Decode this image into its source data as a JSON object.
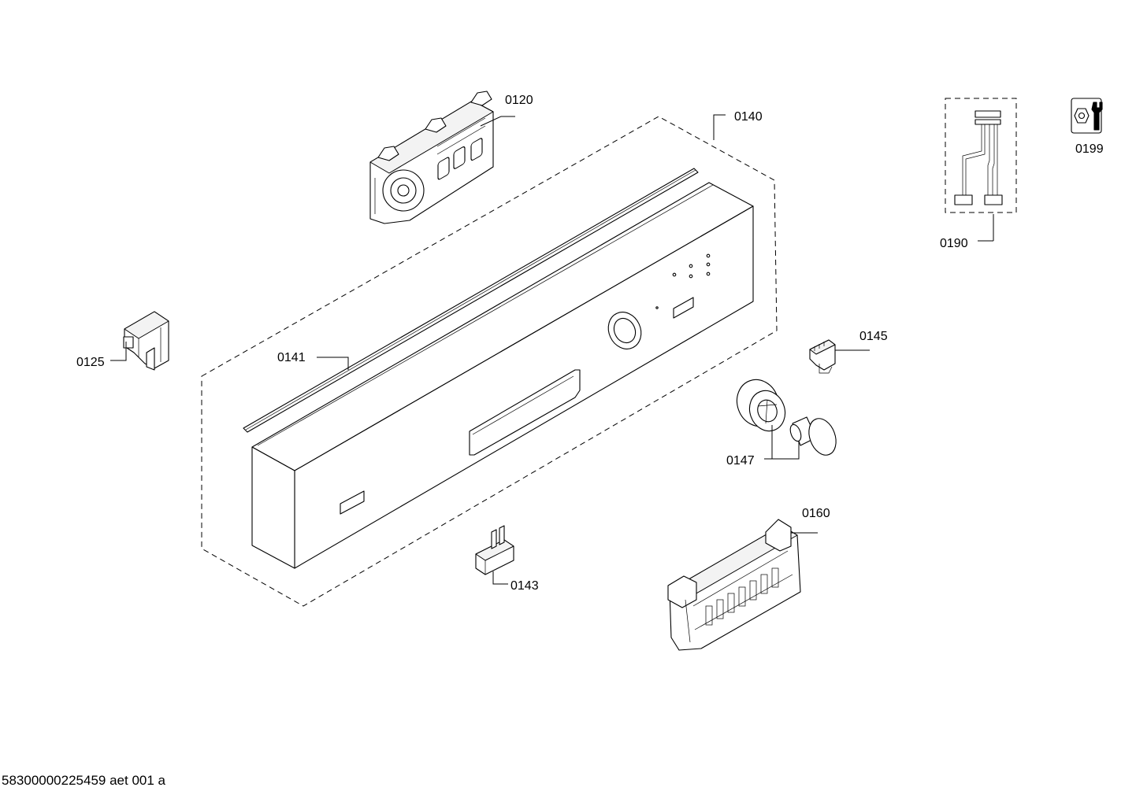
{
  "parts": {
    "p0120": "0120",
    "p0140": "0140",
    "p0190": "0190",
    "p0199": "0199",
    "p0125": "0125",
    "p0141": "0141",
    "p0145": "0145",
    "p0147": "0147",
    "p0160": "0160",
    "p0143": "0143"
  },
  "footer": {
    "doc_id": "58300000225459 aet 001 a"
  }
}
